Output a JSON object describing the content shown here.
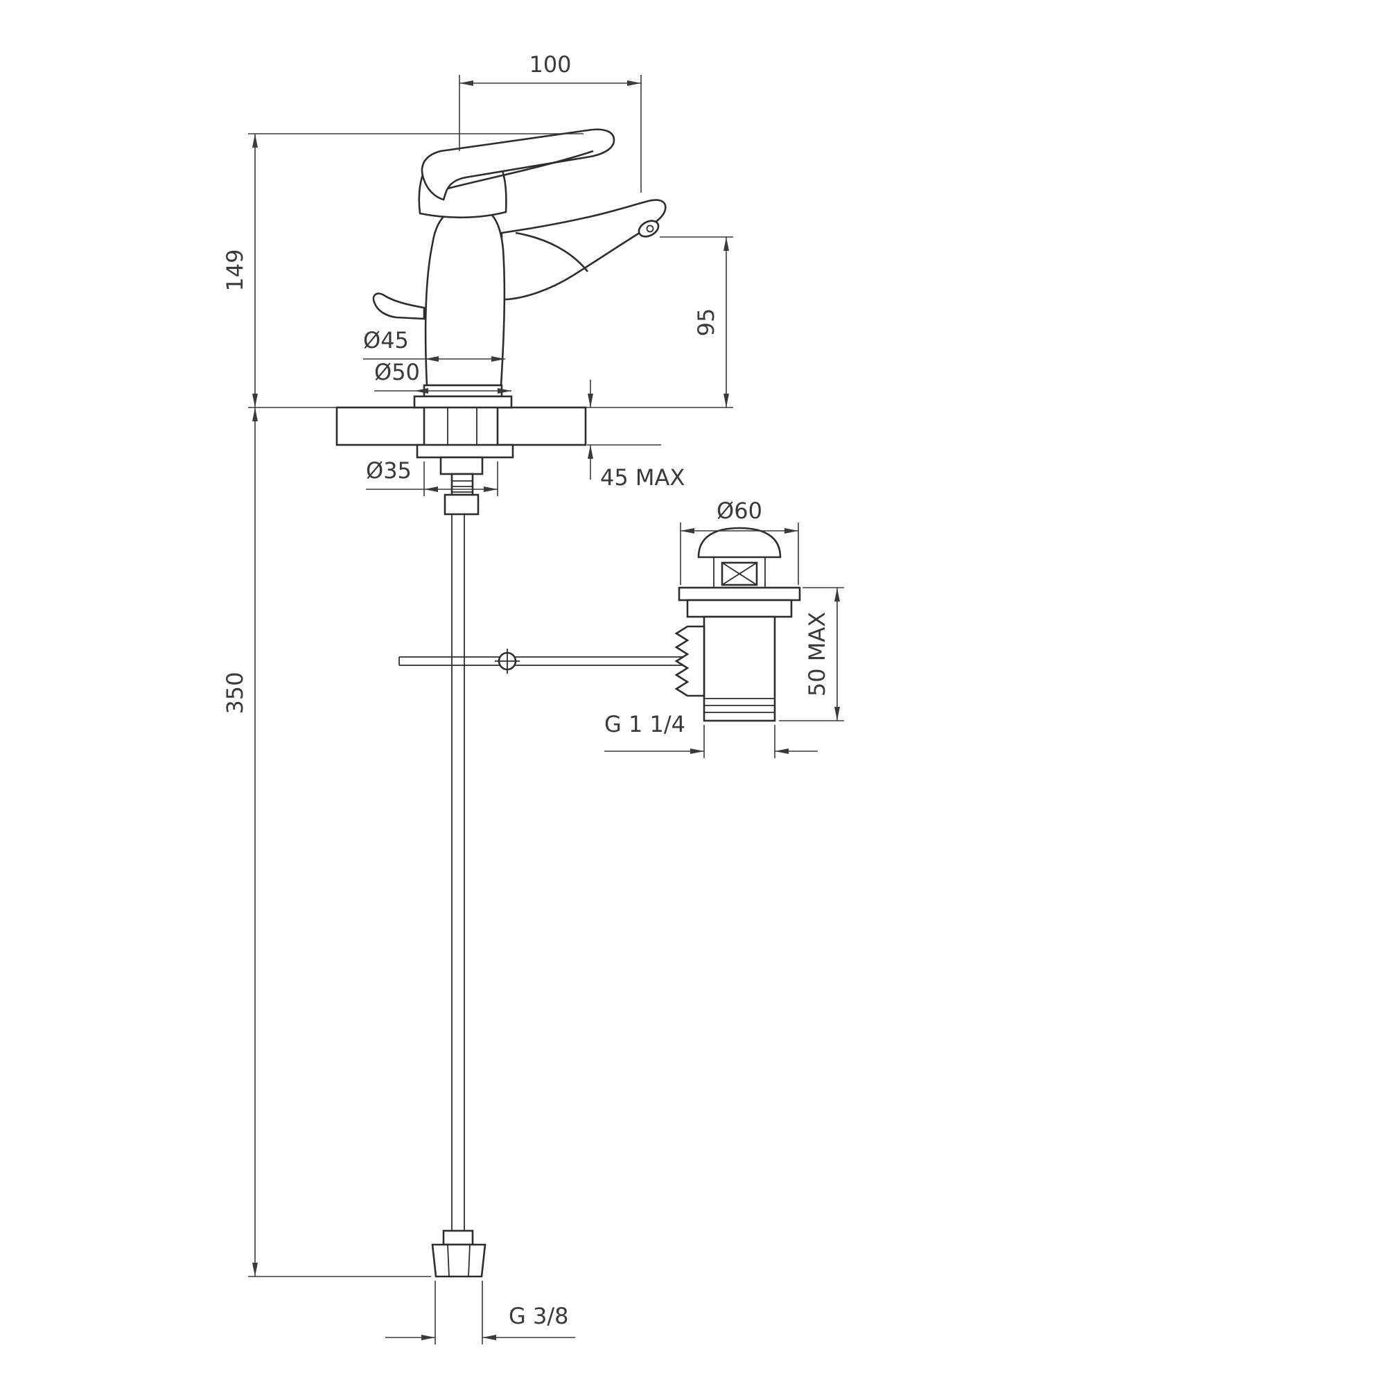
{
  "drawing": {
    "colors": {
      "line": "#3a3a3a",
      "background": "#ffffff"
    },
    "dimensions": {
      "spout_reach": "100",
      "height_to_deck": "149",
      "spout_height": "95",
      "body_diameter": "Ø45",
      "base_diameter": "Ø50",
      "shank_diameter": "Ø35",
      "max_deck_thickness": "45 MAX",
      "waste_cap_diameter": "Ø60",
      "waste_max_depth": "50 MAX",
      "waste_thread": "G 1 1/4",
      "hose_length": "350",
      "supply_thread": "G 3/8"
    }
  }
}
